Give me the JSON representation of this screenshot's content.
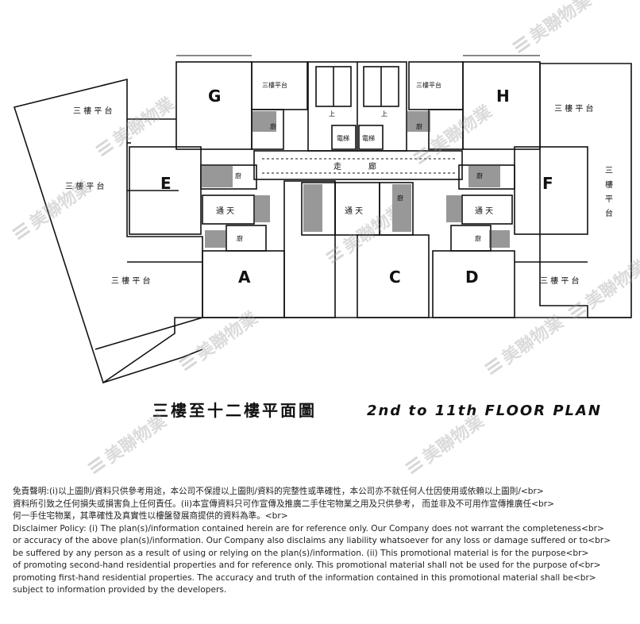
{
  "units": {
    "g": "G",
    "h": "H",
    "e": "E",
    "f": "F",
    "a": "A",
    "c": "C",
    "d": "D"
  },
  "labels": {
    "terrace": "三 樓 平 台",
    "terrace_compact": "三樓平台",
    "terrace_vertical": [
      "三",
      "樓",
      "平",
      "台"
    ],
    "light_well": "通 天",
    "corridor_1": "走",
    "corridor_2": "廊",
    "lift": "電梯",
    "kitchen": "廚",
    "up": "上"
  },
  "title": {
    "cn": "三樓至十二樓平面圖",
    "en": "2nd to 11th FLOOR PLAN"
  },
  "watermark": {
    "brand": "美聯物業",
    "logo_icon": "midland-logo-icon"
  },
  "disclaimer": {
    "lines": [
      "免責聲明:(i)以上圖則/資料只供參考用途，本公司不保證以上圖則/資料的完整性或準確性，本公司亦不就任何人仕因使用或依賴以上圖則/<br>",
      "資料所引致之任何損失或損害負上任何責任。(ii)本宣傳資料只可作宣傳及推廣二手住宅物業之用及只供參考， 而並非及不可用作宣傳推廣任<br>",
      "何一手住宅物業，其準確性及真實性以樓盤發展商提供的資料為準。<br>",
      "Disclaimer Policy: (i) The plan(s)/information contained herein are for reference only. Our Company does not warrant the completeness<br>",
      "or accuracy of the above plan(s)/information. Our Company also disclaims any liability whatsoever for any loss or damage suffered or to<br>",
      "be suffered by any person as a result of using or relying on the plan(s)/information. (ii) This promotional material is for the purpose<br>",
      "of promoting second-hand residential properties and for reference only. This promotional material shall not be used for the purpose of<br>",
      "promoting first-hand residential properties. The accuracy and truth of the information contained in this promotional material shall be<br>",
      "subject to information provided by the developers."
    ]
  }
}
